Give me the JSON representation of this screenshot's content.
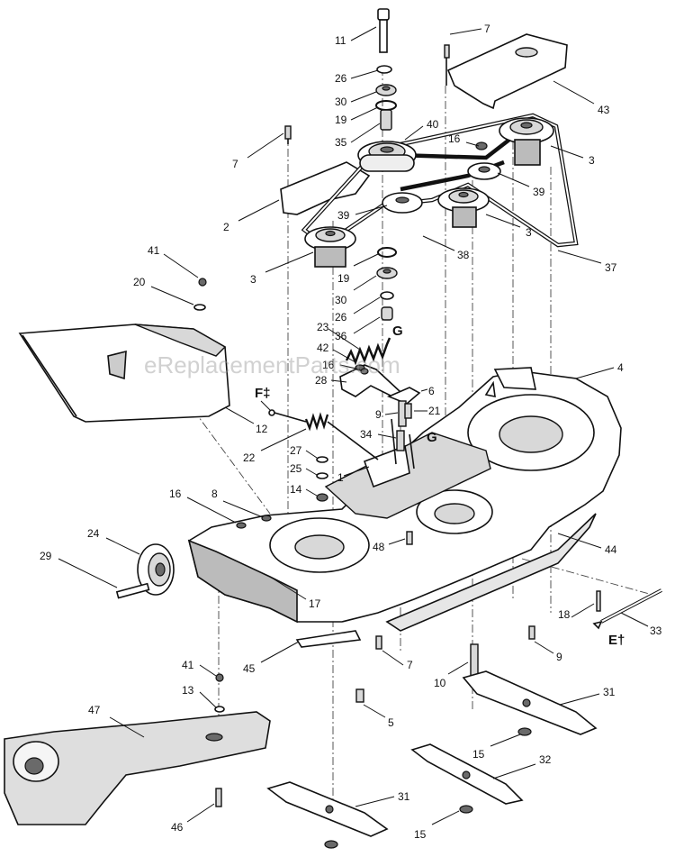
{
  "watermark": "eReplacementParts.com",
  "section_marks": [
    "G",
    "G",
    "F‡",
    "E†"
  ],
  "callouts": [
    {
      "id": "11",
      "part": "bolt"
    },
    {
      "id": "26",
      "part": "washer-upper"
    },
    {
      "id": "30",
      "part": "bearing-upper"
    },
    {
      "id": "19",
      "part": "retaining-ring-upper"
    },
    {
      "id": "35",
      "part": "spacer"
    },
    {
      "id": "7",
      "part": "bolt-shield"
    },
    {
      "id": "43",
      "part": "belt-cover-right"
    },
    {
      "id": "40",
      "part": "idler-pulley"
    },
    {
      "id": "16",
      "part": "nut-upper"
    },
    {
      "id": "3",
      "part": "spindle-right-rear"
    },
    {
      "id": "7",
      "part": "bolt-left"
    },
    {
      "id": "39",
      "part": "idler-right"
    },
    {
      "id": "2",
      "part": "belt-cover-left"
    },
    {
      "id": "39",
      "part": "idler-center"
    },
    {
      "id": "3",
      "part": "spindle-center"
    },
    {
      "id": "38",
      "part": "belt-short"
    },
    {
      "id": "37",
      "part": "belt-long"
    },
    {
      "id": "3",
      "part": "spindle-left"
    },
    {
      "id": "41",
      "part": "nut-chute"
    },
    {
      "id": "20",
      "part": "washer-chute"
    },
    {
      "id": "19",
      "part": "retaining-ring-lower"
    },
    {
      "id": "30",
      "part": "bearing-lower"
    },
    {
      "id": "26",
      "part": "washer-lower"
    },
    {
      "id": "36",
      "part": "bushing"
    },
    {
      "id": "23",
      "part": "spring-upper"
    },
    {
      "id": "42",
      "part": "idler-arm"
    },
    {
      "id": "16",
      "part": "nut-arm"
    },
    {
      "id": "28",
      "part": "bracket-arm"
    },
    {
      "id": "6",
      "part": "pivot-bracket"
    },
    {
      "id": "4",
      "part": "mower-deck"
    },
    {
      "id": "9",
      "part": "bolt-center"
    },
    {
      "id": "21",
      "part": "bolt-pivot"
    },
    {
      "id": "34",
      "part": "shoulder-bolt"
    },
    {
      "id": "12",
      "part": "discharge-chute"
    },
    {
      "id": "22",
      "part": "spring-lower"
    },
    {
      "id": "27",
      "part": "washer-27"
    },
    {
      "id": "25",
      "part": "washer-25"
    },
    {
      "id": "1",
      "part": "lift-bracket"
    },
    {
      "id": "14",
      "part": "nut-14"
    },
    {
      "id": "16",
      "part": "nut-deck-left"
    },
    {
      "id": "8",
      "part": "nut-8"
    },
    {
      "id": "24",
      "part": "gauge-wheel"
    },
    {
      "id": "48",
      "part": "clip"
    },
    {
      "id": "44",
      "part": "baffle-right"
    },
    {
      "id": "29",
      "part": "wheel-bolt"
    },
    {
      "id": "17",
      "part": "deck-front"
    },
    {
      "id": "18",
      "part": "cotter-pin"
    },
    {
      "id": "33",
      "part": "hanger-rod"
    },
    {
      "id": "45",
      "part": "baffle-front"
    },
    {
      "id": "7",
      "part": "bolt-front"
    },
    {
      "id": "10",
      "part": "bolt-long"
    },
    {
      "id": "9",
      "part": "bolt-right"
    },
    {
      "id": "41",
      "part": "nut-lower"
    },
    {
      "id": "13",
      "part": "washer-13"
    },
    {
      "id": "5",
      "part": "bolt-5"
    },
    {
      "id": "31",
      "part": "blade-right"
    },
    {
      "id": "47",
      "part": "mulch-cover"
    },
    {
      "id": "15",
      "part": "blade-nut-center"
    },
    {
      "id": "32",
      "part": "blade-center"
    },
    {
      "id": "46",
      "part": "bolt-46"
    },
    {
      "id": "31",
      "part": "blade-left"
    },
    {
      "id": "15",
      "part": "blade-nut-left"
    }
  ]
}
